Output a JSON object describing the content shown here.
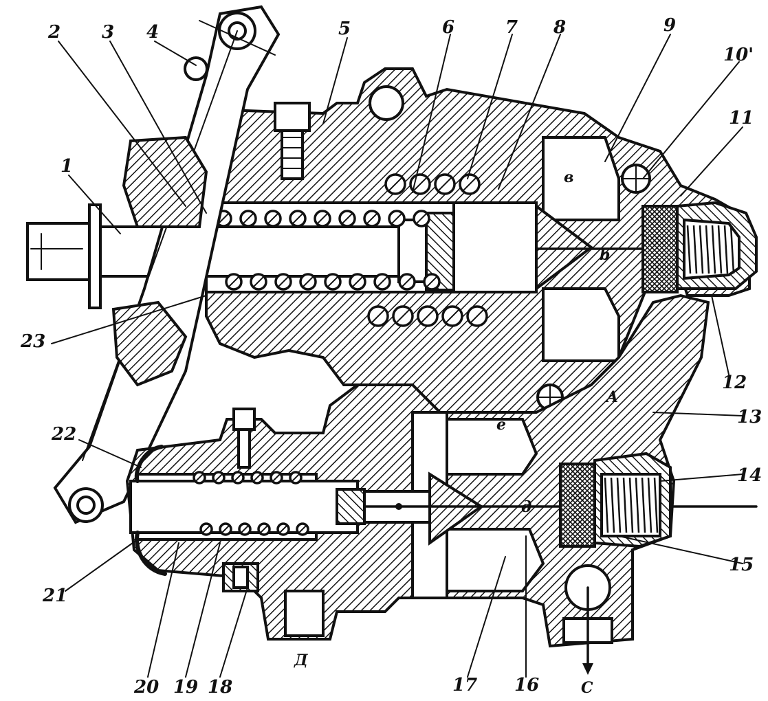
{
  "diagram": {
    "callouts": [
      {
        "id": "c1",
        "text": "1"
      },
      {
        "id": "c2",
        "text": "2"
      },
      {
        "id": "c3",
        "text": "3"
      },
      {
        "id": "c4",
        "text": "4"
      },
      {
        "id": "c5",
        "text": "5"
      },
      {
        "id": "c6",
        "text": "6"
      },
      {
        "id": "c7",
        "text": "7"
      },
      {
        "id": "c8",
        "text": "8"
      },
      {
        "id": "c9",
        "text": "9"
      },
      {
        "id": "c10",
        "text": "10'"
      },
      {
        "id": "c11",
        "text": "11"
      },
      {
        "id": "c12",
        "text": "12"
      },
      {
        "id": "c13",
        "text": "13"
      },
      {
        "id": "c14",
        "text": "14"
      },
      {
        "id": "c15",
        "text": "15"
      },
      {
        "id": "c16",
        "text": "16"
      },
      {
        "id": "c17",
        "text": "17"
      },
      {
        "id": "c18",
        "text": "18"
      },
      {
        "id": "c19",
        "text": "19"
      },
      {
        "id": "c20",
        "text": "20"
      },
      {
        "id": "c21",
        "text": "21"
      },
      {
        "id": "c22",
        "text": "22"
      },
      {
        "id": "c23",
        "text": "23"
      }
    ],
    "cavity_letters": {
      "v": "в",
      "b": "b",
      "A": "A",
      "e": "е",
      "d": "д",
      "D": "Д",
      "C": "С"
    }
  }
}
